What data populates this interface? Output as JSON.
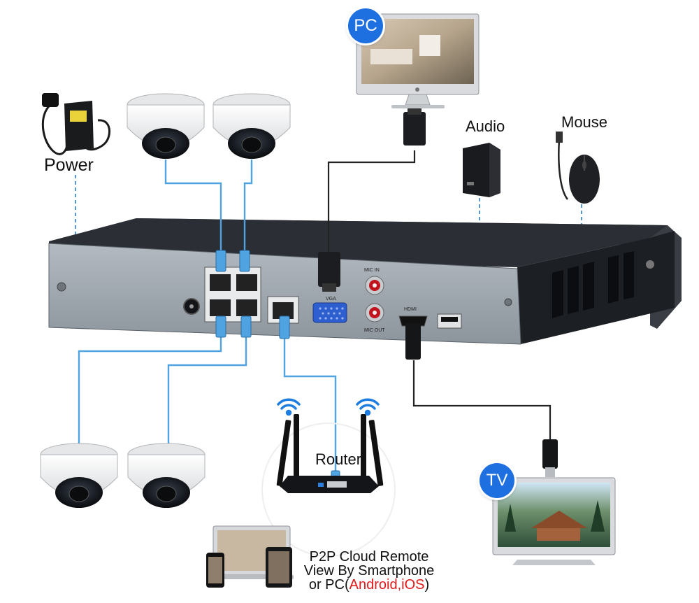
{
  "labels": {
    "power": "Power",
    "audio": "Audio",
    "mouse": "Mouse",
    "router": "Router",
    "pc_badge": "PC",
    "tv_badge": "TV"
  },
  "p2p": {
    "line1": "P2P Cloud Remote",
    "line2": "View By Smartphone",
    "line3_prefix": "or PC(",
    "line3_highlight": "Android,iOS",
    "line3_suffix": ")"
  },
  "nvr_panel": {
    "vga": "VGA",
    "mic_in": "MIC IN",
    "mic_out": "MIC OUT",
    "hdmi": "HDMI"
  },
  "colors": {
    "poe_cable": "#4fa3e0",
    "dashed_line": "#2f7fd0",
    "badge": "#1e6fe0",
    "highlight_text": "#e11919",
    "nvr_body": "#1c1f24",
    "nvr_panel": "#9ea6ae"
  }
}
